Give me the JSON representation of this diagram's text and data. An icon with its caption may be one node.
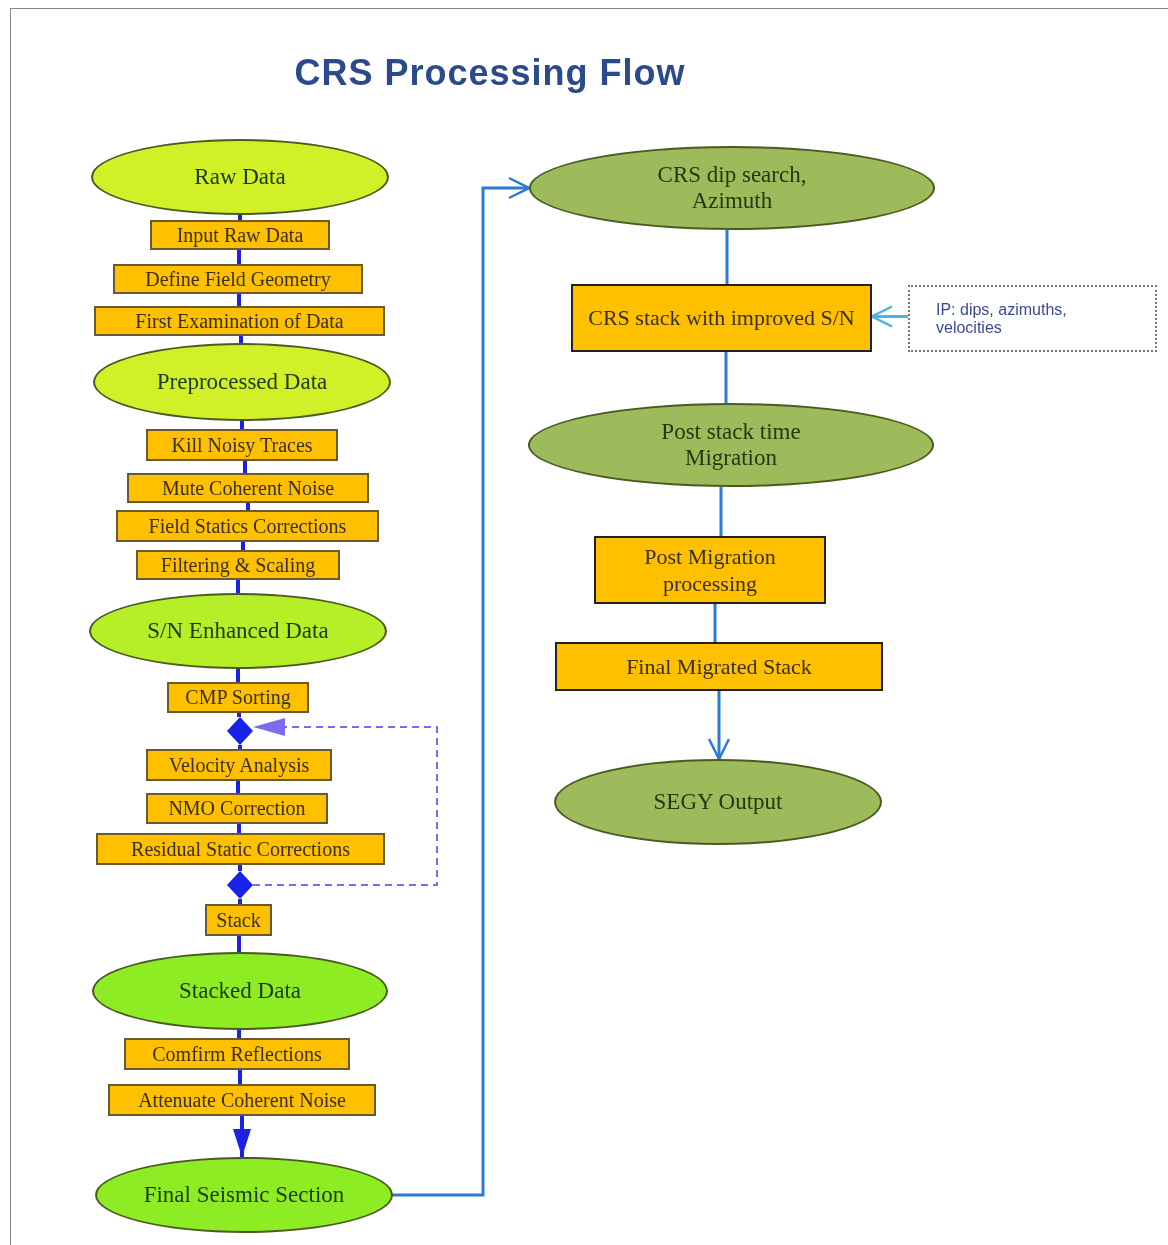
{
  "diagram": {
    "title": "CRS Processing Flow",
    "nodes": [
      {
        "text": [
          "Raw Data"
        ]
      },
      {
        "text": [
          "Input Raw Data"
        ]
      },
      {
        "text": [
          "Define Field Geometry"
        ]
      },
      {
        "text": [
          "First Examination of Data"
        ]
      },
      {
        "text": [
          "Preprocessed Data"
        ]
      },
      {
        "text": [
          "Kill Noisy Traces"
        ]
      },
      {
        "text": [
          "Mute Coherent Noise"
        ]
      },
      {
        "text": [
          "Field Statics Corrections"
        ]
      },
      {
        "text": [
          "Filtering & Scaling"
        ]
      },
      {
        "text": [
          "S/N Enhanced Data"
        ]
      },
      {
        "text": [
          "CMP Sorting"
        ]
      },
      {
        "text": [],
        "shape": "diamond"
      },
      {
        "text": [
          "Velocity Analysis"
        ]
      },
      {
        "text": [
          "NMO Correction"
        ]
      },
      {
        "text": [
          "Residual Static Corrections"
        ]
      },
      {
        "text": [],
        "shape": "diamond"
      },
      {
        "text": [
          "Stack"
        ]
      },
      {
        "text": [
          "Stacked Data"
        ]
      },
      {
        "text": [
          "Comfirm Reflections"
        ]
      },
      {
        "text": [
          "Attenuate Coherent Noise"
        ]
      },
      {
        "text": [
          "Final Seismic Section"
        ]
      },
      {
        "text": [
          "CRS dip search, Azimuth"
        ]
      },
      {
        "text": [
          "CRS stack with improved S/N"
        ]
      },
      {
        "text": [
          "IP: dips, azimuths, velocities"
        ]
      },
      {
        "text": [
          "Post stack time Migration"
        ]
      },
      {
        "text": [
          "Post Migration processing"
        ]
      },
      {
        "text": [
          "Final Migrated Stack"
        ]
      },
      {
        "text": [
          "SEGY Output"
        ]
      }
    ],
    "edges": [
      {
        "from": 0,
        "to": 1,
        "arrow": "none"
      },
      {
        "from": 1,
        "to": 2,
        "arrow": "none"
      },
      {
        "from": 2,
        "to": 3,
        "arrow": "none"
      },
      {
        "from": 3,
        "to": 4,
        "arrow": "none"
      },
      {
        "from": 4,
        "to": 5,
        "arrow": "none"
      },
      {
        "from": 5,
        "to": 6,
        "arrow": "none"
      },
      {
        "from": 6,
        "to": 7,
        "arrow": "none"
      },
      {
        "from": 7,
        "to": 8,
        "arrow": "none"
      },
      {
        "from": 8,
        "to": 9,
        "arrow": "none"
      },
      {
        "from": 9,
        "to": 10,
        "arrow": "none"
      },
      {
        "from": 10,
        "to": 11,
        "arrow": "none"
      },
      {
        "from": 11,
        "to": 12,
        "arrow": "none"
      },
      {
        "from": 12,
        "to": 13,
        "arrow": "none"
      },
      {
        "from": 13,
        "to": 14,
        "arrow": "none"
      },
      {
        "from": 14,
        "to": 15,
        "arrow": "none"
      },
      {
        "from": 15,
        "to": 16,
        "arrow": "none"
      },
      {
        "from": 15,
        "to": 11,
        "arrow": "to",
        "style": "dashed",
        "color": "#7a6cf0"
      },
      {
        "from": 16,
        "to": 17,
        "arrow": "none"
      },
      {
        "from": 17,
        "to": 18,
        "arrow": "none"
      },
      {
        "from": 18,
        "to": 19,
        "arrow": "none"
      },
      {
        "from": 19,
        "to": 20,
        "arrow": "to"
      },
      {
        "from": 20,
        "to": 21,
        "arrow": "to",
        "color": "#2a7bd4"
      },
      {
        "from": 21,
        "to": 22,
        "arrow": "none",
        "color": "#2a7bd4"
      },
      {
        "from": 23,
        "to": 22,
        "arrow": "to",
        "color": "#4ab4e6"
      },
      {
        "from": 22,
        "to": 24,
        "arrow": "none",
        "color": "#2a7bd4"
      },
      {
        "from": 24,
        "to": 25,
        "arrow": "none",
        "color": "#2a7bd4"
      },
      {
        "from": 25,
        "to": 26,
        "arrow": "none",
        "color": "#2a7bd4"
      },
      {
        "from": 26,
        "to": 27,
        "arrow": "to",
        "color": "#2a7bd4"
      }
    ]
  }
}
